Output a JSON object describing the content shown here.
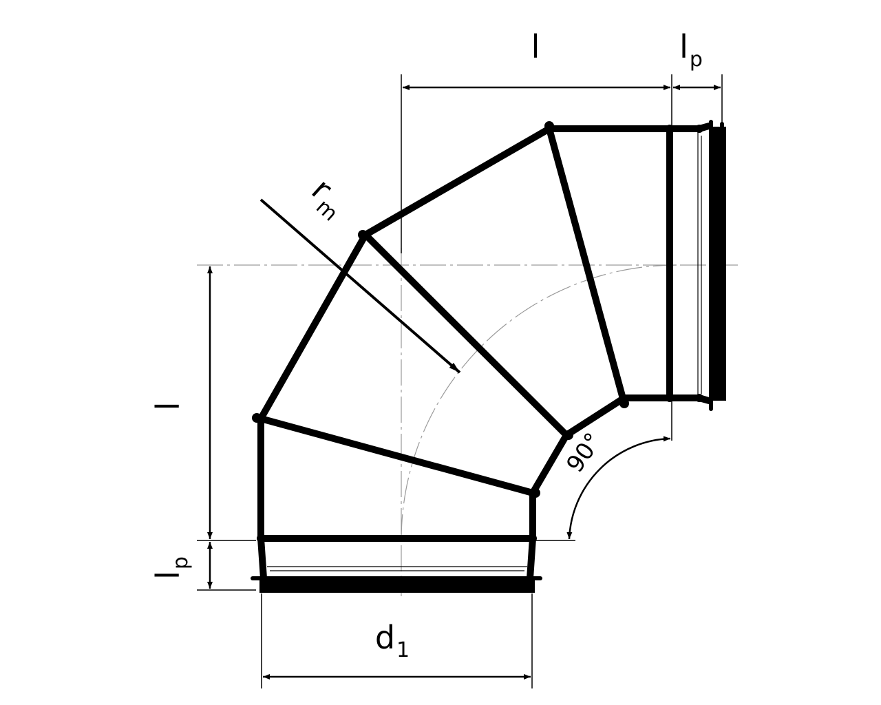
{
  "labels": {
    "length_top": "l",
    "socket_top_main": "l",
    "socket_top_sub": "p",
    "radius_main": "r",
    "radius_sub": "m",
    "length_left": "l",
    "socket_left_main": "l",
    "socket_left_sub": "p",
    "diameter_main": "d",
    "diameter_sub": "1",
    "angle": "90°"
  },
  "colors": {
    "stroke": "#000000",
    "centerline": "#9a9a9a",
    "background": "#ffffff"
  }
}
